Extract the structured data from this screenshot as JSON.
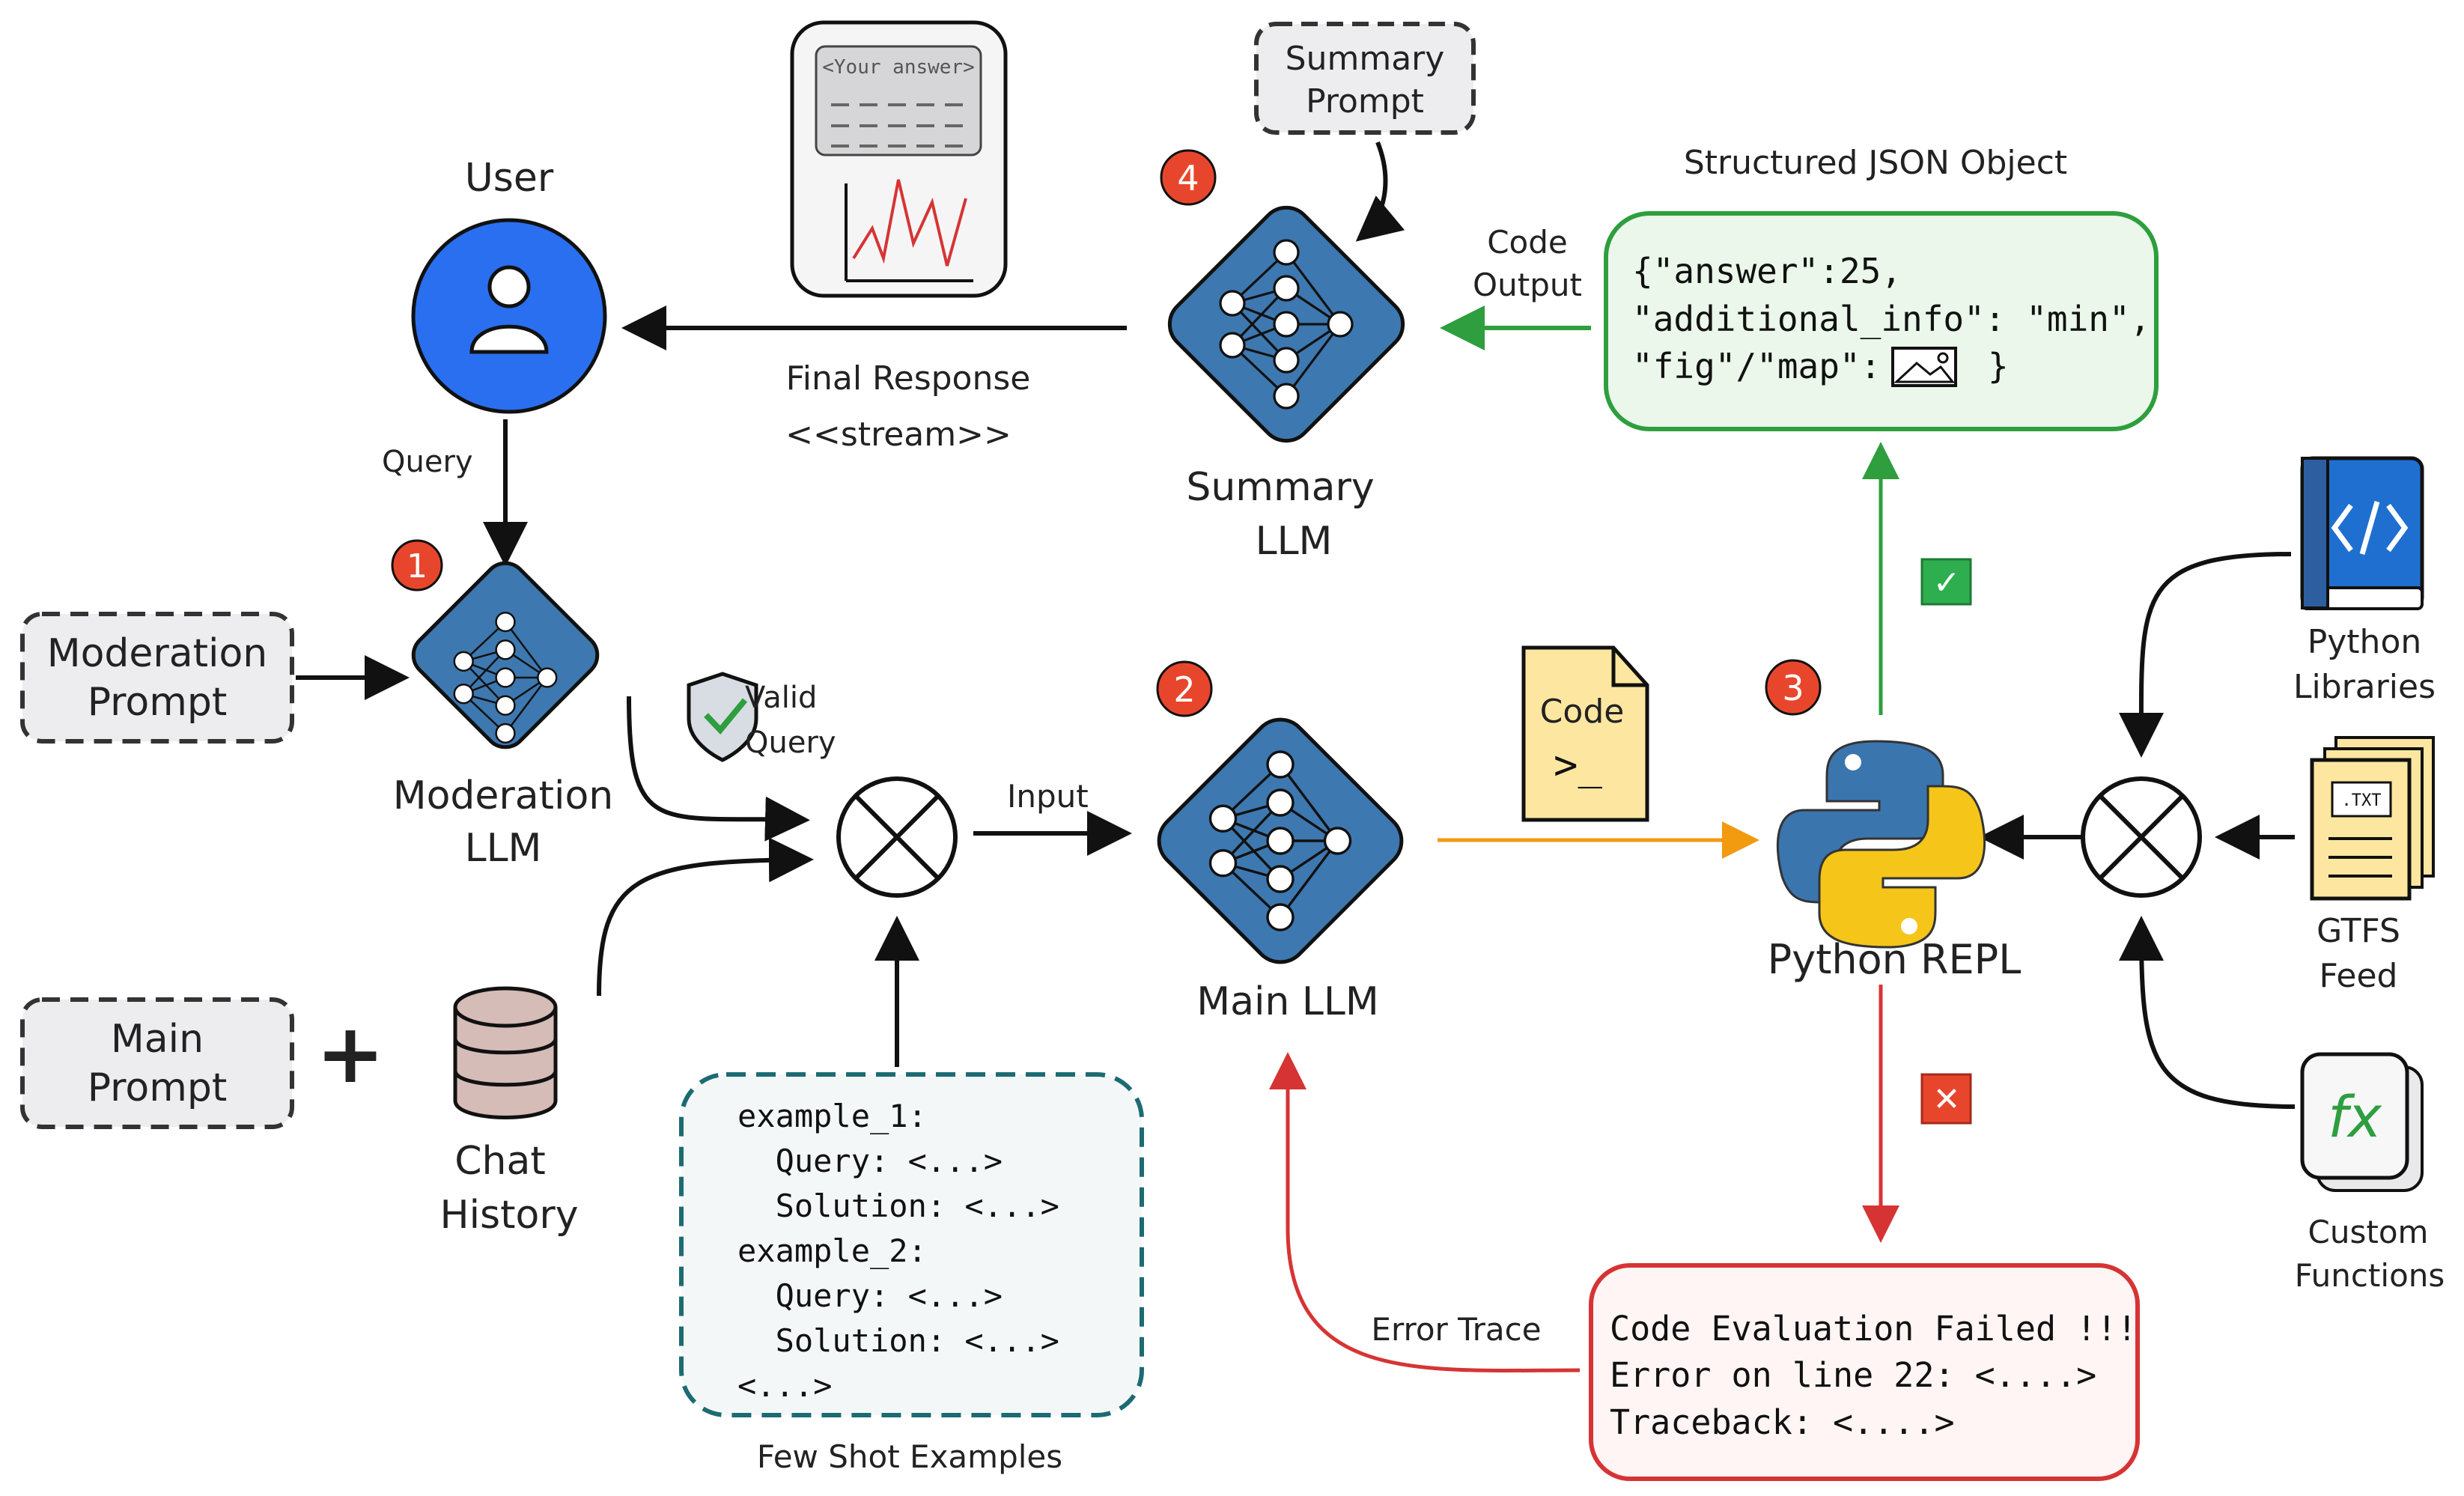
{
  "colors": {
    "llm_blue": "#3d78b0",
    "user_blue": "#2a6fef",
    "badge_red": "#e8462c",
    "green": "#2e9e3e",
    "green_fill": "#eaf7ea",
    "red": "#d63434",
    "red_fill": "#fff5f5",
    "orange": "#f29a10",
    "teal": "#1c6b73",
    "gray_fill": "#ededf0",
    "note_yellow": "#fde7a0"
  },
  "nodes": {
    "user": {
      "label": "User",
      "icon": "user-avatar-icon"
    },
    "moderation_prompt": {
      "line1": "Moderation",
      "line2": "Prompt"
    },
    "moderation_llm": {
      "line1": "Moderation",
      "line2": "LLM",
      "badge": "1"
    },
    "main_prompt": {
      "line1": "Main",
      "line2": "Prompt"
    },
    "plus": "+",
    "chat_history": {
      "line1": "Chat",
      "line2": "History",
      "icon": "database-icon"
    },
    "main_llm": {
      "label": "Main LLM",
      "badge": "2"
    },
    "code_file": {
      "label": "Code",
      "glyph": ">_"
    },
    "python_repl": {
      "label": "Python REPL",
      "badge": "3",
      "icon": "python-logo-icon"
    },
    "summary_llm": {
      "line1": "Summary",
      "line2": "LLM",
      "badge": "4"
    },
    "summary_prompt": {
      "line1": "Summary",
      "line2": "Prompt"
    },
    "answer_card": {
      "placeholder": "<Your answer>"
    },
    "python_libraries": {
      "line1": "Python",
      "line2": "Libraries",
      "icon": "code-book-icon"
    },
    "gtfs_feed": {
      "line1": "GTFS",
      "line2": "Feed",
      "file_tag": ".TXT",
      "icon": "document-stack-icon"
    },
    "custom_functions": {
      "line1": "Custom",
      "line2": "Functions",
      "glyph": "fx"
    }
  },
  "edges": {
    "query": "Query",
    "valid_query": {
      "line1": "Valid",
      "line2": "Query"
    },
    "input": "Input",
    "code_output": {
      "line1": "Code",
      "line2": "Output"
    },
    "final_response": {
      "line1": "Final Response",
      "line2": "<<stream>>"
    },
    "error_trace": "Error Trace",
    "success_mark": "✓",
    "failure_mark": "✕"
  },
  "json_box": {
    "title": "Structured JSON Object",
    "line1": "{\"answer\":25,",
    "line2": "\"additional_info\": \"min\",",
    "line3a": "\"fig\"/\"map\":",
    "line3b": "}"
  },
  "error_box": {
    "line1": "Code Evaluation Failed !!!",
    "line2": "Error on line 22: <....>",
    "line3": "Traceback: <....>"
  },
  "few_shot": {
    "title": "Few Shot Examples",
    "lines": [
      "example_1:",
      "  Query: <...>",
      "  Solution: <...>",
      "example_2:",
      "  Query: <...>",
      "  Solution: <...>",
      "<...>"
    ]
  }
}
